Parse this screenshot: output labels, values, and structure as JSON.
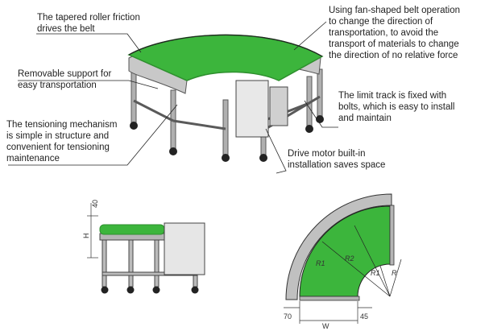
{
  "callouts": {
    "roller_friction": "The tapered roller friction\ndrives the belt",
    "fan_belt": "Using fan-shaped belt operation\nto change the direction of\ntransportation, to avoid the\ntransport of materials to change\nthe direction of no relative force",
    "removable_support": "Removable support for\neasy transportation",
    "limit_track": "The limit track is fixed with\nbolts, which is easy to install\nand maintain",
    "tensioning": "The tensioning mechanism\nis simple in structure and\nconvenient for tensioning\nmaintenance",
    "drive_motor": "Drive motor built-in\ninstallation saves space"
  },
  "dimensions": {
    "side_top": "40",
    "side_height": "H",
    "plan_r1_inner": "R1",
    "plan_r2": "R2",
    "plan_r1_outer": "R1",
    "plan_r": "R",
    "plan_left": "70",
    "plan_right": "45",
    "plan_width": "W"
  },
  "colors": {
    "belt": "#3cb53c",
    "belt_dark": "#2e8f2e",
    "frame": "#9a9a9a",
    "frame_dark": "#5a5a5a",
    "line": "#222222"
  }
}
